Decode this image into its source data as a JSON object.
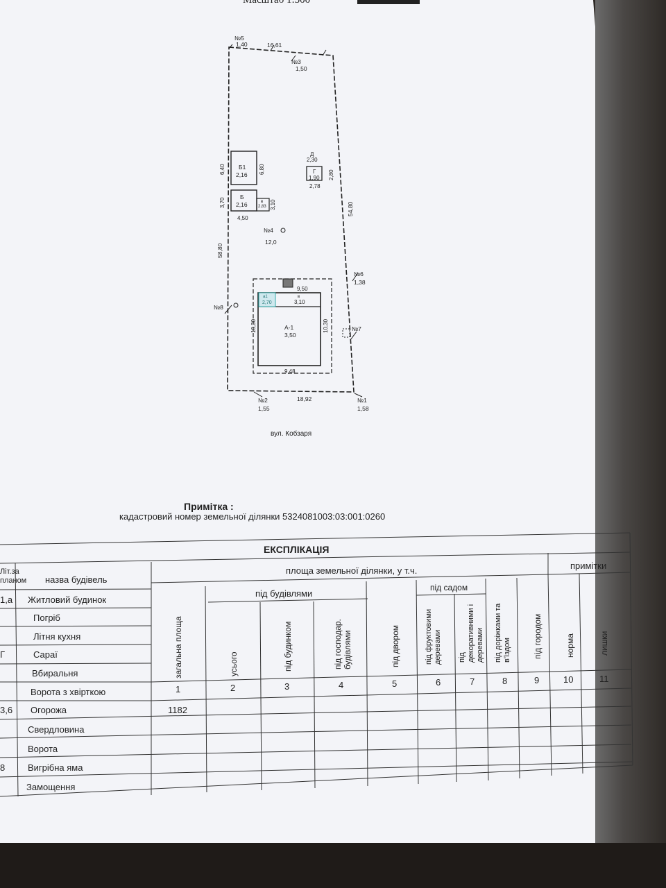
{
  "header": {
    "scale": "Масштаб 1:500"
  },
  "plan": {
    "street": "вул. Кобзаря",
    "points": [
      {
        "no": "№5",
        "value": "1,40"
      },
      {
        "no": "№3",
        "value": "1,50"
      },
      {
        "no": "№4",
        "value": "12,0"
      },
      {
        "no": "№6",
        "value": "1,38"
      },
      {
        "no": "№7",
        "value": ""
      },
      {
        "no": "№8",
        "value": ""
      },
      {
        "no": "№2",
        "value": "1,55"
      },
      {
        "no": "№1",
        "value": "1,58"
      }
    ],
    "dims": {
      "top": "16,61",
      "right": "54,80",
      "left": "58,80",
      "bottom": "18,92",
      "b1_h": "6,40",
      "b1_h2": "6,80",
      "b_h": "3,70",
      "b_w": "4,50",
      "b_h2": "3,10",
      "g_h": "2,80",
      "g_w": "2,78",
      "a1_h": "10,30",
      "a1_h2": "10,30",
      "a1_w": "9,48",
      "a1_top": "9,50"
    },
    "buildings": {
      "b1": {
        "name": "Б1",
        "h": "2,16"
      },
      "b": {
        "name": "Б",
        "h": "2,16"
      },
      "v_small": {
        "name": "в",
        "h": "2,83"
      },
      "d": {
        "name": "Д",
        "h": "2,30"
      },
      "g": {
        "name": "Г",
        "h": "1,90"
      },
      "a1": {
        "name": "А-1",
        "h": "3,50"
      },
      "a1_left": {
        "name": "а1",
        "h": "2,70"
      },
      "a_v": {
        "name": "в",
        "h": "3,10"
      }
    }
  },
  "note": {
    "title": "Примітка :",
    "text": "кадастровий номер земельної ділянки 5324081003:03:001:0260"
  },
  "explication": {
    "title": "ЕКСПЛІКАЦІЯ",
    "col_lit": "Літ.за планом",
    "col_name": "назва будівель",
    "col_area": "площа земельної ділянки, у т.ч.",
    "col_notes": "примітки",
    "under_buildings": "під будівлями",
    "under_garden": "під садом",
    "vertical_headers": [
      "загальна площа",
      "усього",
      "під будинком",
      "під господар. будівлями",
      "під двором",
      "під фруктовими деревами",
      "під декоративними і деревами",
      "під доріжками та в'їздом",
      "під городом",
      "норма",
      "лишки"
    ],
    "col_numbers": [
      "1",
      "2",
      "3",
      "4",
      "5",
      "6",
      "7",
      "8",
      "9",
      "10",
      "11"
    ],
    "rows": [
      {
        "lit": "1,а",
        "name": "Житловий будинок"
      },
      {
        "lit": "",
        "name": "Погріб"
      },
      {
        "lit": "",
        "name": "Літня кухня"
      },
      {
        "lit": "Г",
        "name": "Сараї"
      },
      {
        "lit": "",
        "name": "Вбиральня"
      },
      {
        "lit": "",
        "name": "Ворота з хвірткою"
      },
      {
        "lit": "3,6",
        "name": "Огорожа"
      },
      {
        "lit": "",
        "name": "Свердловина"
      },
      {
        "lit": "",
        "name": "Ворота"
      },
      {
        "lit": "8",
        "name": "Вигрібна яма"
      },
      {
        "lit": "",
        "name": "Замощення"
      }
    ],
    "total_area": "1182"
  }
}
